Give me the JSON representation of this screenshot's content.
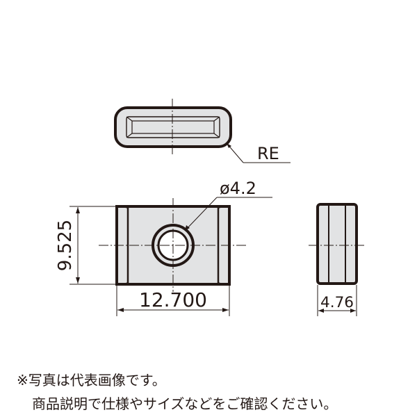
{
  "labels": {
    "corner_radius": "RE",
    "hole_diameter": "ø4.2",
    "height": "9.525",
    "width": "12.700",
    "thickness": "4.76"
  },
  "notes": {
    "line1": "※写真は代表画像です。",
    "line2": "商品説明で仕様やサイズなどをご確認ください。"
  },
  "colors": {
    "outline": "#231815",
    "insert_fill": "#e2e3e4",
    "line": "#231815"
  }
}
